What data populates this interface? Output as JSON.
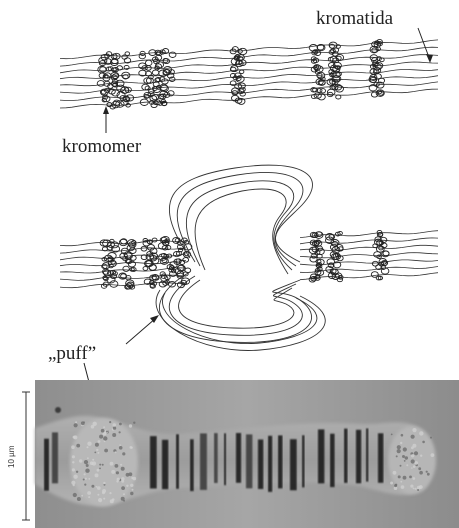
{
  "labels": {
    "chromatid": "kromatida",
    "chromomere": "kromomer",
    "puff": "„puff”",
    "scale_bar": "10 µm"
  },
  "colors": {
    "ink": "#222222",
    "photo_background": "#9a9a9a"
  }
}
